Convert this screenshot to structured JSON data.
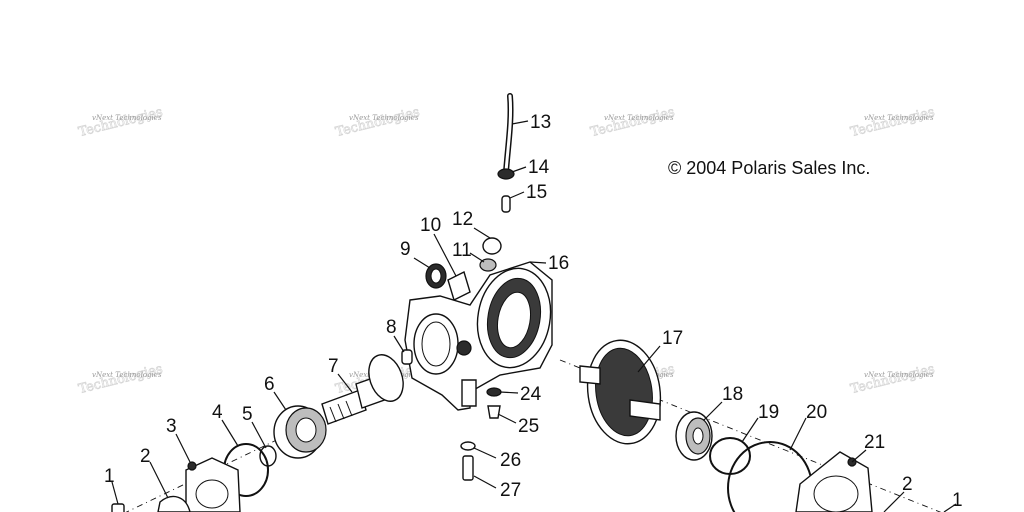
{
  "copyright": "© 2004 Polaris Sales Inc.",
  "watermark": {
    "small": "vNext Technologies",
    "large": "Technologies"
  },
  "callouts": [
    "13",
    "14",
    "15",
    "16",
    "12",
    "10",
    "11",
    "9",
    "8",
    "7",
    "6",
    "5",
    "4",
    "3",
    "2",
    "1",
    "17",
    "18",
    "19",
    "20",
    "21",
    "2",
    "1",
    "24",
    "25",
    "26",
    "27"
  ]
}
